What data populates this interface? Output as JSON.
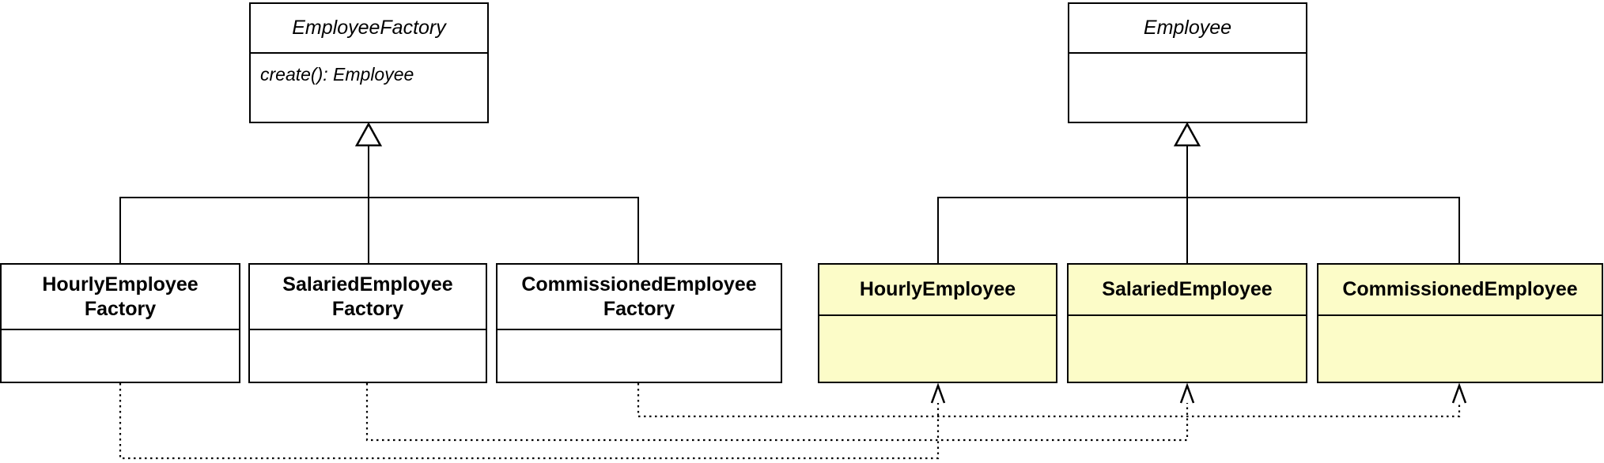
{
  "diagram": {
    "kind": "uml-class-diagram",
    "pattern": "Factory Method",
    "background_color": "#ffffff",
    "line_color": "#000000",
    "abstract_fill": "#ffffff",
    "concrete_employee_fill": "#fcfcc8"
  },
  "classes": {
    "employee_factory": {
      "name": "EmployeeFactory",
      "abstract": true,
      "method": "create(): Employee"
    },
    "employee": {
      "name": "Employee",
      "abstract": true,
      "method": ""
    },
    "hourly_employee_factory": {
      "name": "HourlyEmployeeFactory",
      "line1": "HourlyEmployee",
      "line2": "Factory"
    },
    "salaried_employee_factory": {
      "name": "SalariedEmployeeFactory",
      "line1": "SalariedEmployee",
      "line2": "Factory"
    },
    "commissioned_employee_factory": {
      "name": "CommissionedEmployeeFactory",
      "line1": "CommissionedEmployee",
      "line2": "Factory"
    },
    "hourly_employee": {
      "name": "HourlyEmployee"
    },
    "salaried_employee": {
      "name": "SalariedEmployee"
    },
    "commissioned_employee": {
      "name": "CommissionedEmployee"
    }
  },
  "relations": [
    {
      "type": "generalization",
      "from": "HourlyEmployeeFactory",
      "to": "EmployeeFactory"
    },
    {
      "type": "generalization",
      "from": "SalariedEmployeeFactory",
      "to": "EmployeeFactory"
    },
    {
      "type": "generalization",
      "from": "CommissionedEmployeeFactory",
      "to": "EmployeeFactory"
    },
    {
      "type": "generalization",
      "from": "HourlyEmployee",
      "to": "Employee"
    },
    {
      "type": "generalization",
      "from": "SalariedEmployee",
      "to": "Employee"
    },
    {
      "type": "generalization",
      "from": "CommissionedEmployee",
      "to": "Employee"
    },
    {
      "type": "dependency",
      "from": "HourlyEmployeeFactory",
      "to": "HourlyEmployee"
    },
    {
      "type": "dependency",
      "from": "SalariedEmployeeFactory",
      "to": "SalariedEmployee"
    },
    {
      "type": "dependency",
      "from": "CommissionedEmployeeFactory",
      "to": "CommissionedEmployee"
    }
  ]
}
